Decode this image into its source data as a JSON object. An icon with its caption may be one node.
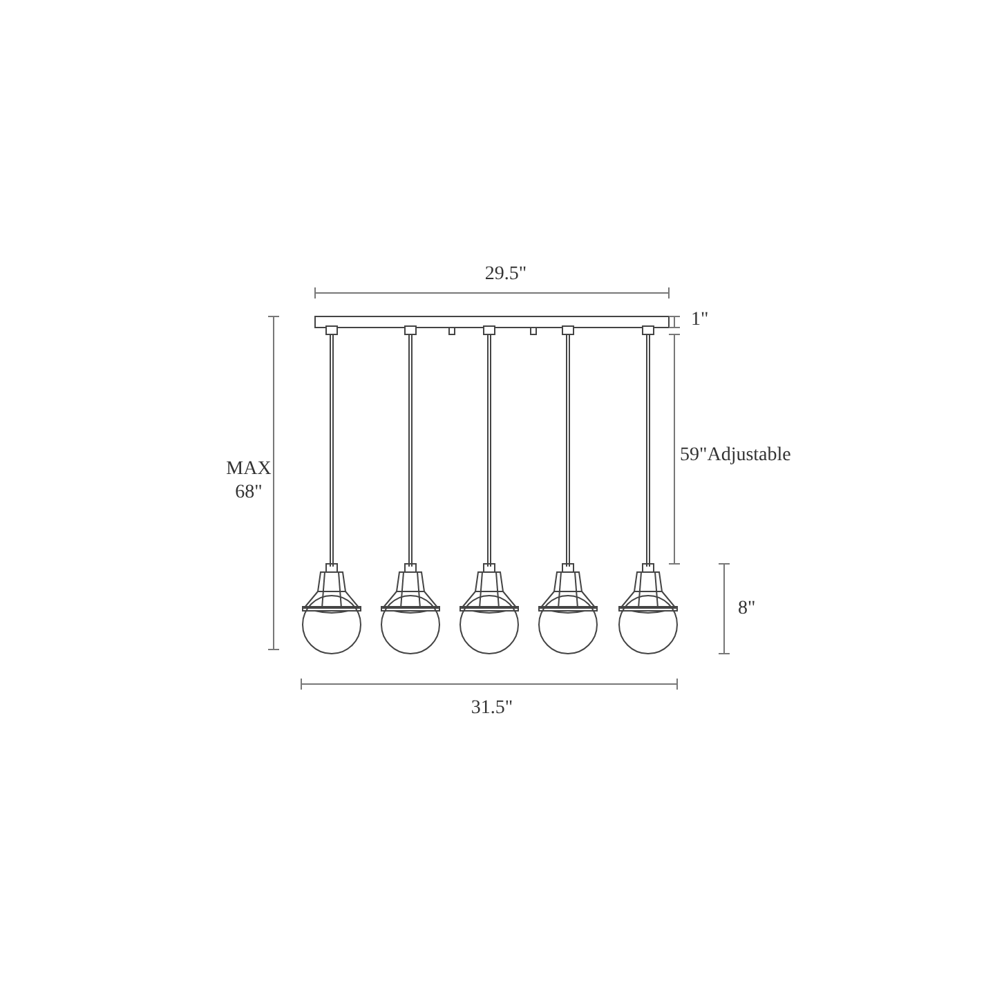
{
  "diagram": {
    "labels": [
      "29.5\"",
      "1\"",
      "59\"Adjustable",
      "MAX 68\"",
      "8\"",
      "31.5\""
    ]
  }
}
